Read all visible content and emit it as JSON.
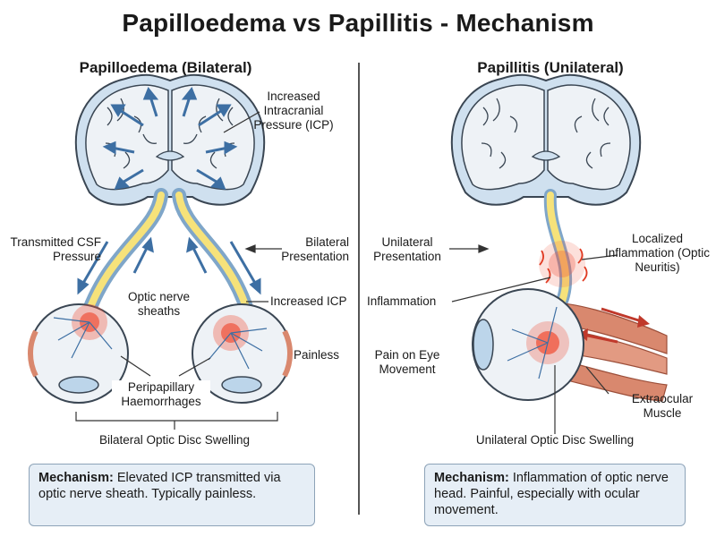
{
  "title": "Papilloedema vs Papillitis - Mechanism",
  "left": {
    "heading": "Papilloedema (Bilateral)",
    "labels": {
      "increased_icp": "Increased Intracranial Pressure (ICP)",
      "transmitted_csf": "Transmitted CSF Pressure",
      "bilateral_presentation": "Bilateral Presentation",
      "optic_nerve_sheaths": "Optic nerve sheaths",
      "increased_icp_short": "Increased ICP",
      "painless": "Painless",
      "peripapillary": "Peripapillary Haemorrhages",
      "disc_swelling": "Bilateral Optic Disc Swelling"
    },
    "mechanism_label": "Mechanism:",
    "mechanism_text": " Elevated ICP transmitted via optic nerve sheath. Typically painless."
  },
  "right": {
    "heading": "Papillitis (Unilateral)",
    "labels": {
      "unilateral_presentation": "Unilateral Presentation",
      "localized_inflammation": "Localized Inflammation (Optic Neuritis)",
      "inflammation": "Inflammation",
      "pain_on_movement": "Pain on Eye Movement",
      "extraocular_muscle": "Extraocular Muscle",
      "disc_swelling": "Unilateral Optic Disc Swelling"
    },
    "mechanism_label": "Mechanism:",
    "mechanism_text": " Inflammation of optic nerve head. Painful, especially with ocular movement."
  },
  "colors": {
    "brain_fill": "#eef2f6",
    "brain_stroke": "#3a4653",
    "csf": "#bcd5ea",
    "nerve": "#f6e27a",
    "sheath": "#7fa6c9",
    "arrow": "#3d6fa3",
    "inflammation": "#f0533a",
    "muscle": "#d9886e"
  }
}
